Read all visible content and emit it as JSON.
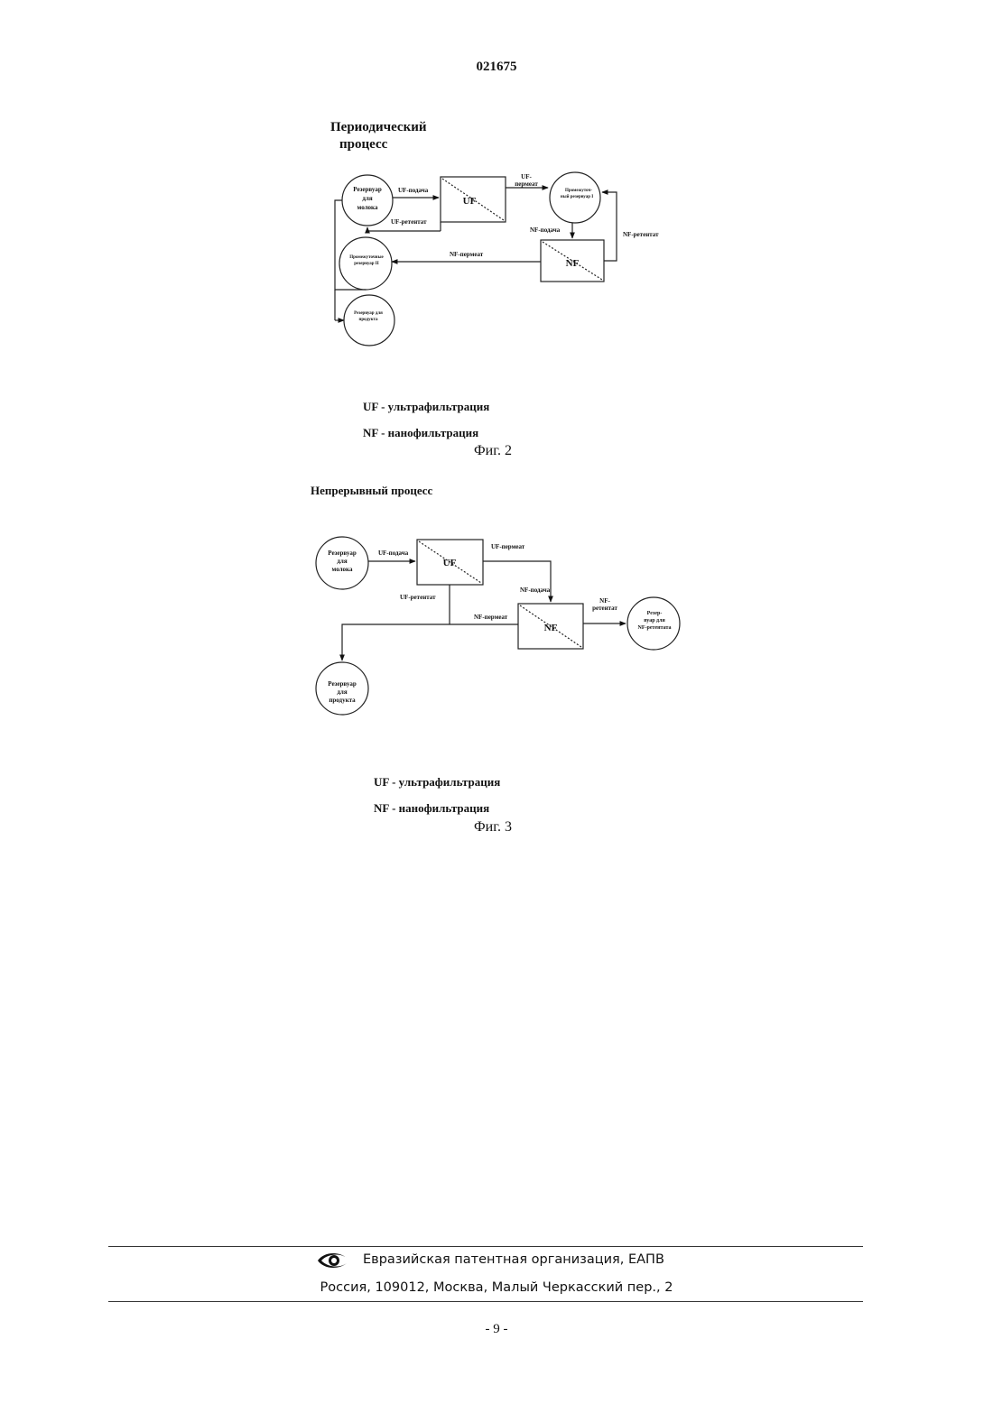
{
  "header": {
    "patent_number": "021675"
  },
  "figure2": {
    "title_line1": "Периодический",
    "title_line2": "процесс",
    "nodes": {
      "milk_tank": [
        "Резервуар",
        "для",
        "молока"
      ],
      "uf": "UF",
      "intermediate_1": [
        "Промежуточ-",
        "ный резервуар I"
      ],
      "nf": "NF",
      "intermediate_2": [
        "Промежуточные",
        "резервуар II"
      ],
      "product_tank": [
        "Резервуар для",
        "продукта"
      ]
    },
    "flows": {
      "uf_feed": "UF-подача",
      "uf_retentate": "UF-ретентат",
      "uf_permeate": [
        "UF-",
        "пермеат"
      ],
      "nf_feed": "NF-подача",
      "nf_retentate": "NF-ретентат",
      "nf_permeate": "NF-пермеат"
    },
    "legend_uf": "UF - ультрафильтрация",
    "legend_nf": "NF - нанофильтрация",
    "caption": "Фиг. 2"
  },
  "figure3": {
    "title": "Непрерывный процесс",
    "nodes": {
      "milk_tank": [
        "Резервуар",
        "для",
        "молока"
      ],
      "uf": "UF",
      "nf": "NF",
      "nf_retentate_tank": [
        "Резер-",
        "вуар для",
        "NF-ретентата"
      ],
      "product_tank": [
        "Резервуар",
        "для",
        "продукта"
      ]
    },
    "flows": {
      "uf_feed": "UF-подача",
      "uf_permeate": "UF-пермеат",
      "uf_retentate": "UF-ретентат",
      "nf_feed": "NF-подача",
      "nf_permeate": "NF-пермеат",
      "nf_retentate": [
        "NF-",
        "ретентат"
      ]
    },
    "legend_uf": "UF - ультрафильтрация",
    "legend_nf": "NF - нанофильтрация",
    "caption": "Фиг. 3"
  },
  "footer": {
    "organization": "Евразийская патентная организация, ЕАПВ",
    "address": "Россия, 109012, Москва, Малый Черкасский пер., 2",
    "logo_icon": "eye-logo-icon"
  },
  "page_number": "- 9 -"
}
